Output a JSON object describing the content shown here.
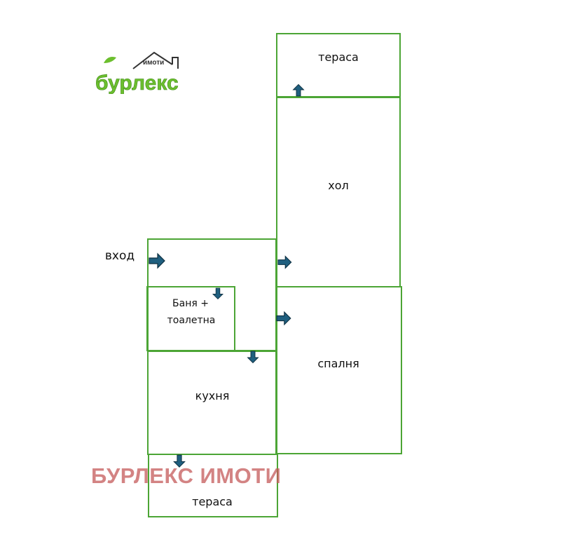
{
  "logo": {
    "text": "бурлекс",
    "subtext": "имоти",
    "color": "#6cbf2e"
  },
  "rooms": {
    "terrace_top": "тераса",
    "living": "хол",
    "bath": "Баня +",
    "bath2": "тоалетна",
    "kitchen": "кухня",
    "bedroom": "спалня",
    "terrace_bottom": "тераса"
  },
  "entrance": "вход",
  "watermark": "БУРЛЕКС ИМОТИ",
  "colors": {
    "wall": "#4ca535",
    "arrow": "#1f5f7f"
  }
}
